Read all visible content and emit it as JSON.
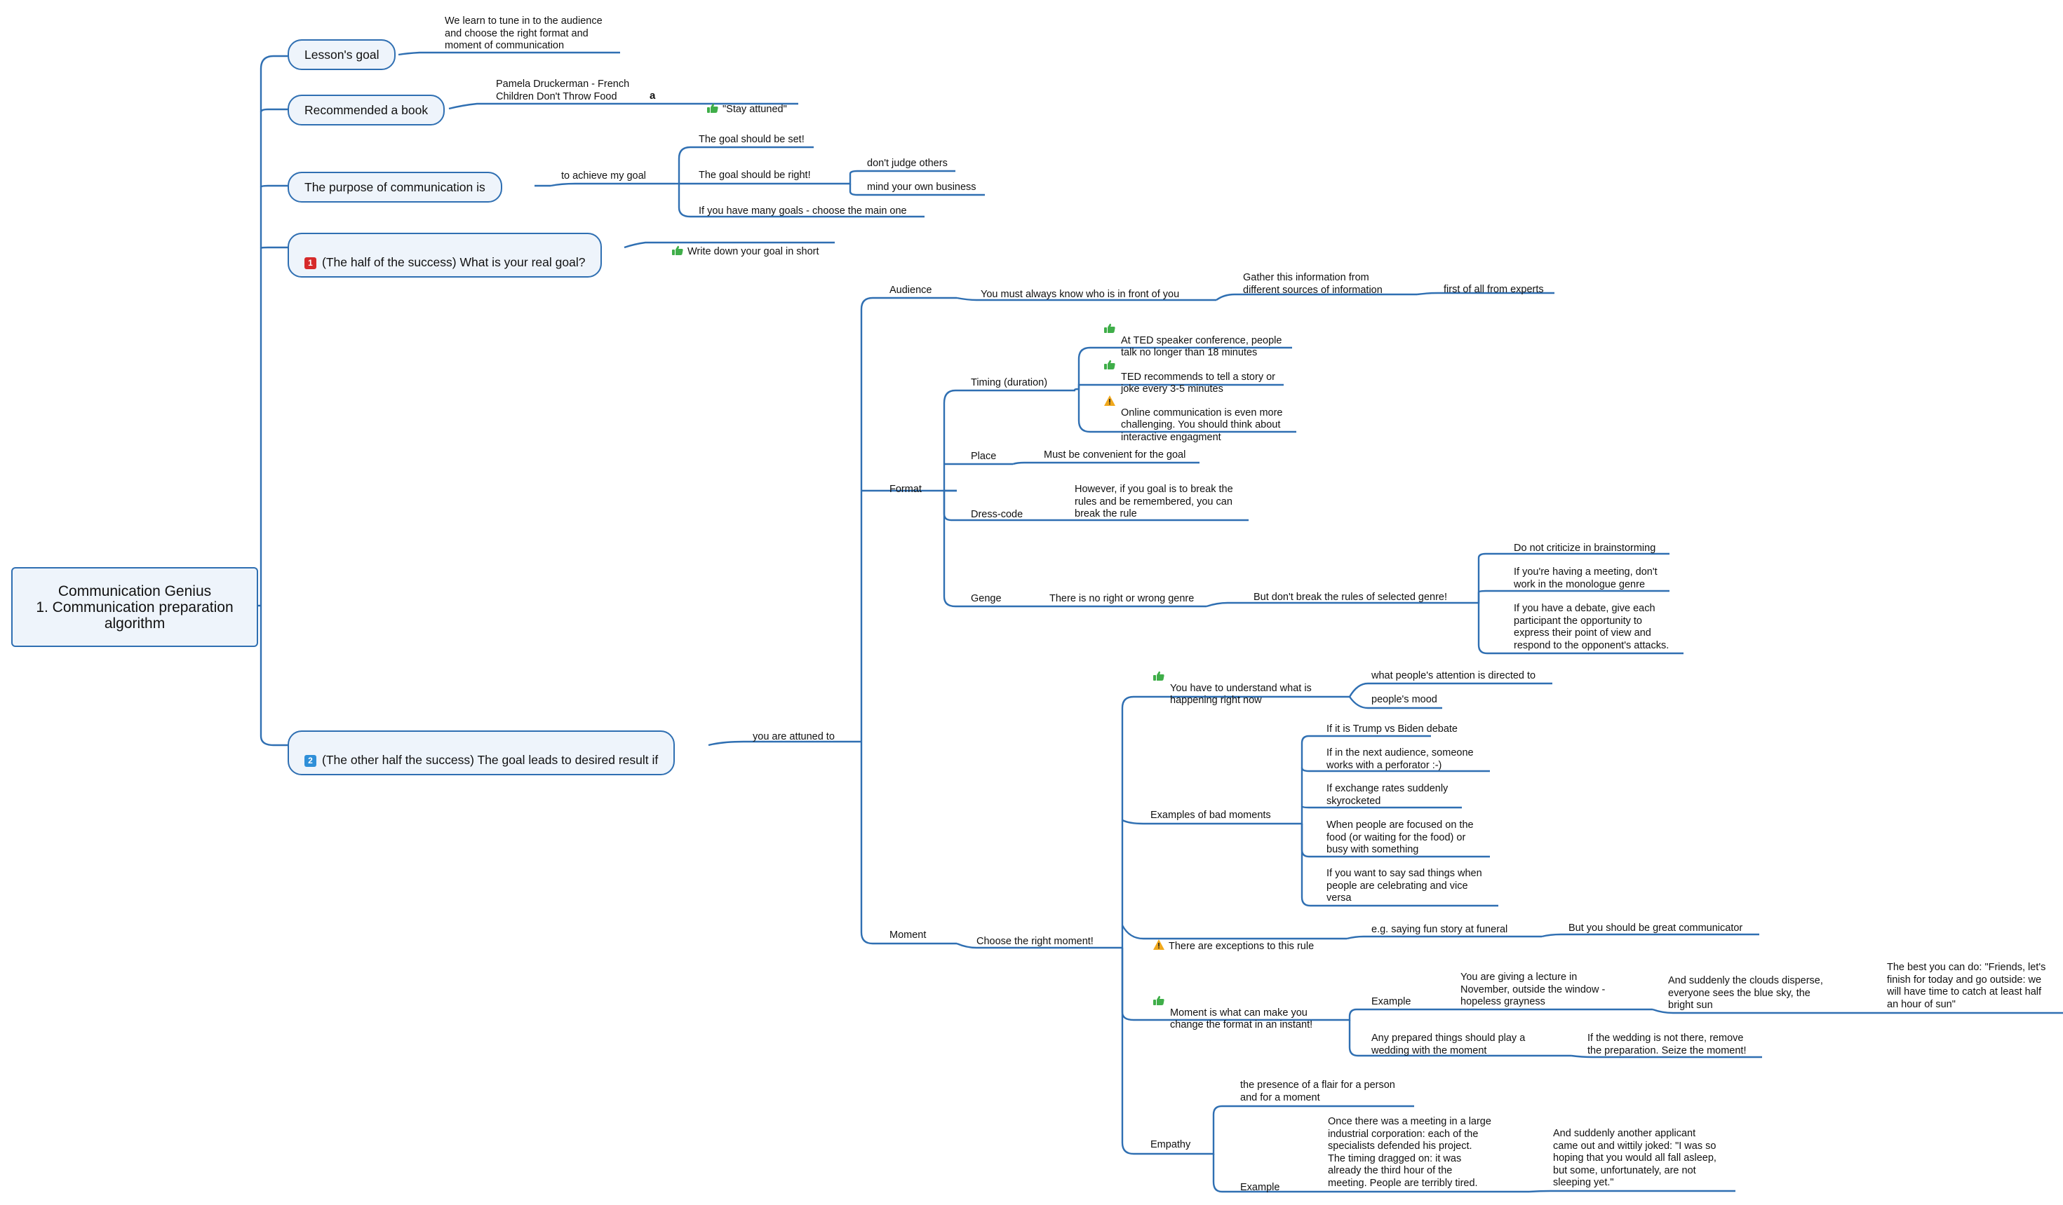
{
  "root": "Communication Genius\n1. Communication preparation algorithm",
  "colors": {
    "line": "#2f6fb2",
    "topic_fill": "#eef4fb",
    "badge_1": "#d62a2a",
    "badge_2": "#2f8fd8",
    "thumb": "#3fae49",
    "warning": "#f0a81c"
  },
  "topics": {
    "lessons_goal": "Lesson's goal",
    "lessons_goal_text": "We learn to tune in to the audience\nand choose the right format and\nmoment of communication",
    "book": "Recommended a book",
    "book_title": "Pamela Druckerman - French\nChildren Don't Throw Food",
    "book_amazon_icon": "a",
    "book_stay_attuned": "\"Stay attuned\"",
    "purpose": "The purpose of communication is",
    "achieve_goal": "to achieve my goal",
    "goal_set": "The goal should be set!",
    "goal_right": "The goal should be right!",
    "dont_judge": "don't judge others",
    "mind_business": "mind your own business",
    "many_goals": "If you have many goals - choose the main one",
    "half_badge": "1",
    "half": "(The half of the success) What is your real goal?",
    "write_goal": "Write down your goal in short",
    "other_half_badge": "2",
    "other_half": "(The other half the success) The goal leads to desired result if",
    "attuned_to": "you are attuned to"
  },
  "audience": {
    "label": "Audience",
    "know": "You must always know who is in front of you",
    "gather": "Gather this information from\ndifferent sources of information",
    "experts": "first of all from experts"
  },
  "format": {
    "label": "Format",
    "timing": "Timing (duration)",
    "ted1": "At TED speaker conference, people\ntalk no longer than 18 minutes",
    "ted2": "TED recommends to tell a story or\njoke every 3-5 minutes",
    "online": "Online communication is even more\nchallenging. You should think about\ninteractive engagment",
    "place": "Place",
    "place_text": "Must be convenient for the goal",
    "dress": "Dress-code",
    "dress_text": "However, if you goal is to break the\nrules and be remembered, you can\nbreak the rule",
    "genge": "Genge",
    "no_genre": "There is no right or wrong genre",
    "dont_break": "But don't break the rules of selected genre!",
    "brainstorm": "Do not criticize in brainstorming",
    "meeting": "If you're having a meeting, don't\nwork in the monologue genre",
    "debate": "If you have a debate, give each\nparticipant the opportunity to\nexpress their point of view and\nrespond to the opponent's attacks."
  },
  "moment": {
    "label": "Moment",
    "choose": "Choose the right moment!",
    "understand": "You have to understand what is\nhappening right now",
    "attention": "what people's attention is directed to",
    "mood": "people's mood",
    "bad": "Examples of bad moments",
    "bad1": "If it is Trump vs Biden debate",
    "bad2": "If in the next audience, someone\nworks with a perforator :-)",
    "bad3": "If exchange rates suddenly\nskyrocketed",
    "bad4": "When people are focused on the\nfood (or waiting for the food) or\nbusy with something",
    "bad5": "If you want to say sad things when\npeople are celebrating and vice\nversa",
    "exceptions": "There are exceptions to this rule",
    "funeral": "e.g. saying fun story at funeral",
    "great": "But you should be great communicator",
    "change": "Moment is what can make you\nchange the format in an instant!",
    "example": "Example",
    "lecture": "You are giving a lecture in\nNovember, outside the window -\nhopeless grayness",
    "clouds": "And suddenly the clouds disperse,\neveryone sees the blue sky, the\nbright sun",
    "best": "The best you can do: \"Friends, let's\nfinish for today and go outside: we\nwill have time to catch at least half\nan hour of sun\"",
    "wedding": "Any prepared things should play a\nwedding with the moment",
    "wedding_text": "If the wedding is not there, remove\nthe preparation. Seize the moment!",
    "empathy": "Empathy",
    "flair": "the presence of a flair for a person\nand for a moment",
    "empathy_example": "Example",
    "corp": "Once there was a meeting in a large\nindustrial corporation: each of the\nspecialists defended his project.\nThe timing dragged on: it was\nalready the third hour of the\nmeeting. People are terribly tired.",
    "applicant": "And suddenly another applicant\ncame out and wittily joked: \"I was so\nhoping that you would all fall asleep,\nbut some, unfortunately, are not\nsleeping yet.\""
  },
  "icons": {
    "thumbs_up": "thumbs-up-icon",
    "warning": "warning-icon",
    "amazon": "amazon-icon"
  }
}
